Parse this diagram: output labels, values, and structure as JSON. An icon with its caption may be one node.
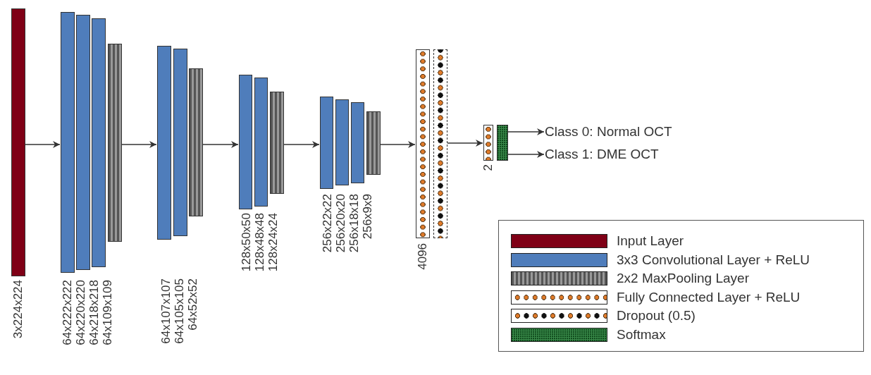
{
  "diagram": {
    "nodes": [
      {
        "text": [],
        "shape": "bar"
      },
      {
        "text": [],
        "shape": "bar"
      },
      {
        "text": [],
        "shape": "bar"
      },
      {
        "text": [],
        "shape": "bar"
      },
      {
        "text": [],
        "shape": "bar"
      },
      {
        "text": [],
        "shape": "bar"
      },
      {
        "text": [],
        "shape": "bar"
      },
      {
        "text": [],
        "shape": "bar"
      },
      {
        "text": [],
        "shape": "bar"
      },
      {
        "text": [],
        "shape": "bar"
      },
      {
        "text": [],
        "shape": "bar"
      },
      {
        "text": [],
        "shape": "bar"
      },
      {
        "text": [],
        "shape": "bar"
      },
      {
        "text": [],
        "shape": "bar"
      },
      {
        "text": [],
        "shape": "bar"
      },
      {
        "text": [],
        "shape": "bar"
      },
      {
        "text": [],
        "shape": "bar"
      },
      {
        "text": [],
        "shape": "bar"
      },
      {
        "text": [],
        "shape": "bar"
      },
      {
        "text": [
          "Class 0: Normal OCT"
        ]
      },
      {
        "text": [
          "Class 1: DME OCT"
        ]
      }
    ],
    "edges": [
      {
        "from": 0,
        "to": 1,
        "arrow": "to"
      },
      {
        "from": 4,
        "to": 5,
        "arrow": "to"
      },
      {
        "from": 7,
        "to": 8,
        "arrow": "to"
      },
      {
        "from": 10,
        "to": 11,
        "arrow": "to"
      },
      {
        "from": 14,
        "to": 15,
        "arrow": "to"
      },
      {
        "from": 16,
        "to": 17,
        "arrow": "to"
      },
      {
        "from": 18,
        "to": 19,
        "arrow": "to"
      },
      {
        "from": 18,
        "to": 20,
        "arrow": "to"
      }
    ],
    "labels": [
      "3x224x224",
      "64x222x222",
      "64x220x220",
      "64x218x218",
      "64x109x109",
      "64x107x107",
      "64x105x105",
      "64x52x52",
      "128x50x50",
      "128x48x48",
      "128x24x24",
      "256x22x22",
      "256x20x20",
      "256x18x18",
      "256x9x9",
      "4096",
      "2"
    ],
    "legend": [
      {
        "text": "Input Layer",
        "color": "#7f0016"
      },
      {
        "text": "3x3 Convolutional Layer + ReLU",
        "color": "#4f7dbb"
      },
      {
        "text": "2x2 MaxPooling Layer"
      },
      {
        "text": "Fully Connected Layer + ReLU"
      },
      {
        "text": "Dropout (0.5)"
      },
      {
        "text": "Softmax"
      }
    ]
  }
}
